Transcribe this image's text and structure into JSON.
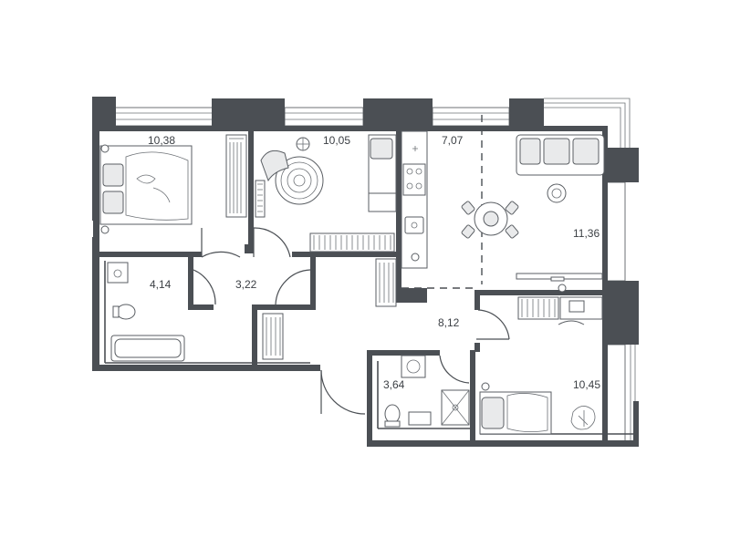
{
  "rooms": [
    {
      "id": "bedroom-left",
      "area": "10,38"
    },
    {
      "id": "bedroom-middle",
      "area": "10,05"
    },
    {
      "id": "kitchen",
      "area": "7,07"
    },
    {
      "id": "living-room",
      "area": "11,36"
    },
    {
      "id": "bathroom-left",
      "area": "4,14"
    },
    {
      "id": "hall-small",
      "area": "3,22"
    },
    {
      "id": "hall-main",
      "area": "8,12"
    },
    {
      "id": "bathroom-right",
      "area": "3,64"
    },
    {
      "id": "bedroom-right",
      "area": "10,45"
    }
  ],
  "colors": {
    "wall": "#4b4f54",
    "furniture_line": "#5a5e63",
    "label": "#3b3f44"
  }
}
